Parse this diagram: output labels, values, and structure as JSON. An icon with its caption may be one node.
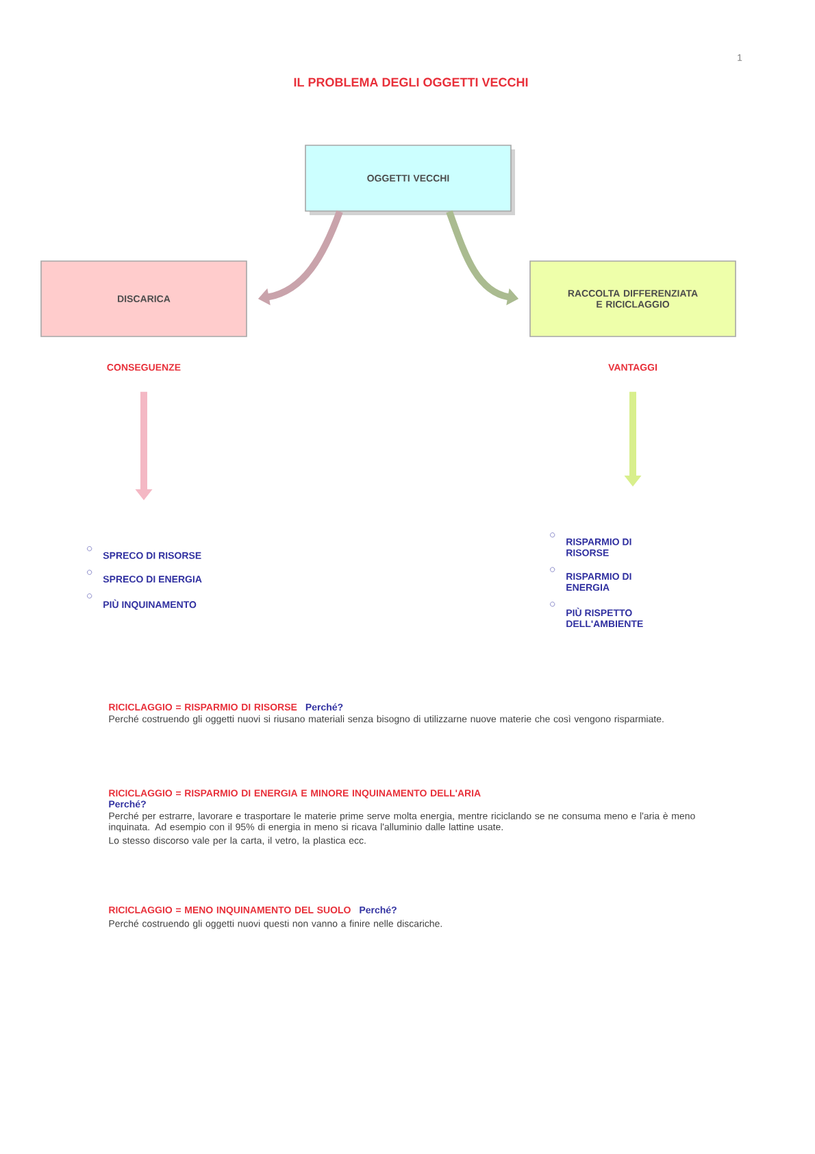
{
  "diagram": {
    "title": "IL PROBLEMA DEGLI OGGETTI VECCHI",
    "nodes": [
      {
        "text": [
          "OGGETTI VECCHI"
        ]
      },
      {
        "text": [
          "DISCARICA"
        ],
        "beside": [
          "CONSEGUENZE"
        ]
      },
      {
        "text": [
          "RACCOLTA DIFFERENZIATA E RICICLAGGIO"
        ],
        "beside": [
          "VANTAGGI"
        ]
      },
      {
        "text": [
          "SPRECO DI RISORSE",
          "SPRECO DI ENERGIA",
          "PIÙ INQUINAMENTO"
        ]
      },
      {
        "text": [
          "RISPARMIO DI RISORSE",
          "RISPARMIO DI ENERGIA",
          "PIÙ RISPETTO DELL'AMBIENTE"
        ]
      }
    ],
    "edges": [
      {
        "from": 0,
        "to": 1,
        "arrow": "to",
        "color": "#c9a3ab"
      },
      {
        "from": 0,
        "to": 2,
        "arrow": "to",
        "color": "#aabb90"
      },
      {
        "from": 1,
        "to": 3,
        "arrow": "to",
        "color": "#f4b8c4"
      },
      {
        "from": 2,
        "to": 4,
        "arrow": "to",
        "color": "#d8ef8c"
      }
    ],
    "labels": [
      "1",
      "RICICLAGGIO = RISPARMIO DI RISORSE",
      "Perché?",
      "Perché costruendo gli oggetti nuovi si riusano materiali senza bisogno di utilizzarne nuove materie che così vengono risparmiate.",
      "RICICLAGGIO = RISPARMIO DI ENERGIA E MINORE INQUINAMENTO DELL'ARIA",
      "Perché?",
      "Perché per estrarre, lavorare e trasportare le materie prime serve molta energia, mentre riciclando se ne consuma meno e l'aria è meno inquinata. Ad esempio con il 95% di energia in meno si ricava l'alluminio dalle lattine usate.",
      "Lo stesso discorso vale per la carta, il vetro, la plastica ecc.",
      "RICICLAGGIO = MENO INQUINAMENTO DEL SUOLO",
      "Perché?",
      "Perché costruendo gli oggetti nuovi questi non vanno a finire nelle discariche."
    ]
  }
}
